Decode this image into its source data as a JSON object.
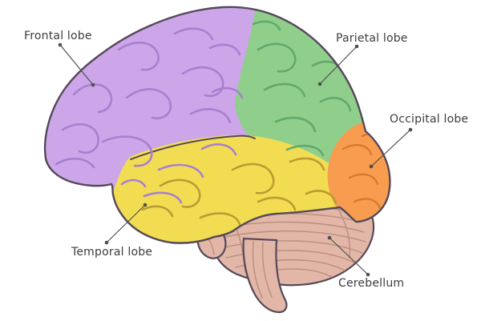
{
  "regions": [
    {
      "label": "Frontal lobe",
      "color": "#cda6e9"
    },
    {
      "label": "Parietal lobe",
      "color": "#8fce8b"
    },
    {
      "label": "Occipital lobe",
      "color": "#f89c50"
    },
    {
      "label": "Temporal lobe",
      "color": "#f2dd52"
    },
    {
      "label": "Cerebellum",
      "color": "#e2b7a7"
    }
  ],
  "style": {
    "outline_color": "#55495a",
    "label_text_color": "#3c3c3c",
    "background": "#ffffff"
  }
}
